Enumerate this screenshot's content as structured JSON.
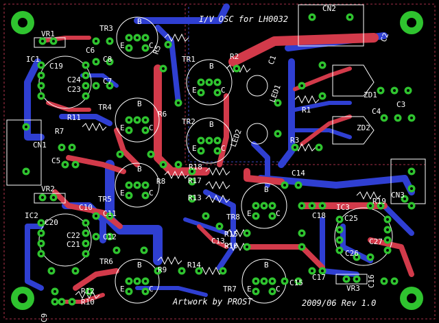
{
  "board": {
    "title": "I/V OSC for LH0032",
    "artwork": "Artwork by PROST",
    "revision": "2009/06 Rev 1.0"
  },
  "components": [
    {
      "ref": "VR1"
    },
    {
      "ref": "TR3"
    },
    {
      "ref": "C6"
    },
    {
      "ref": "IC1"
    },
    {
      "ref": "C19"
    },
    {
      "ref": "C24"
    },
    {
      "ref": "C23"
    },
    {
      "ref": "C8"
    },
    {
      "ref": "C7"
    },
    {
      "ref": "R5"
    },
    {
      "ref": "R6"
    },
    {
      "ref": "TR4"
    },
    {
      "ref": "R11"
    },
    {
      "ref": "R7"
    },
    {
      "ref": "CN1"
    },
    {
      "ref": "C5"
    },
    {
      "ref": "TR1"
    },
    {
      "ref": "R2"
    },
    {
      "ref": "C1"
    },
    {
      "ref": "LED1"
    },
    {
      "ref": "R1"
    },
    {
      "ref": "TR2"
    },
    {
      "ref": "LED2"
    },
    {
      "ref": "R3"
    },
    {
      "ref": "CN2"
    },
    {
      "ref": "C2"
    },
    {
      "ref": "ZD1"
    },
    {
      "ref": "C3"
    },
    {
      "ref": "C4"
    },
    {
      "ref": "ZD2"
    },
    {
      "ref": "R18"
    },
    {
      "ref": "R17"
    },
    {
      "ref": "R13"
    },
    {
      "ref": "R8"
    },
    {
      "ref": "TR5"
    },
    {
      "ref": "C14"
    },
    {
      "ref": "CN3"
    },
    {
      "ref": "R19"
    },
    {
      "ref": "VR2"
    },
    {
      "ref": "C10"
    },
    {
      "ref": "IC2"
    },
    {
      "ref": "C20"
    },
    {
      "ref": "C11"
    },
    {
      "ref": "C22"
    },
    {
      "ref": "C21"
    },
    {
      "ref": "C12"
    },
    {
      "ref": "TR8"
    },
    {
      "ref": "C18"
    },
    {
      "ref": "IC3"
    },
    {
      "ref": "C25"
    },
    {
      "ref": "C27"
    },
    {
      "ref": "C13"
    },
    {
      "ref": "R15"
    },
    {
      "ref": "R16"
    },
    {
      "ref": "C26"
    },
    {
      "ref": "TR6"
    },
    {
      "ref": "R9"
    },
    {
      "ref": "R14"
    },
    {
      "ref": "C9"
    },
    {
      "ref": "R12"
    },
    {
      "ref": "R10"
    },
    {
      "ref": "TR7"
    },
    {
      "ref": "C15"
    },
    {
      "ref": "C17"
    },
    {
      "ref": "VR3"
    },
    {
      "ref": "C16"
    }
  ],
  "pin_labels": {
    "b": "B",
    "e": "E",
    "c": "C"
  },
  "colors": {
    "background": "#000000",
    "top_copper": "#d23a4a",
    "bottom_copper": "#2f3fd2",
    "pads": "#2fc32f",
    "silkscreen": "#ffffff",
    "outline_dashes": "#e04060"
  }
}
